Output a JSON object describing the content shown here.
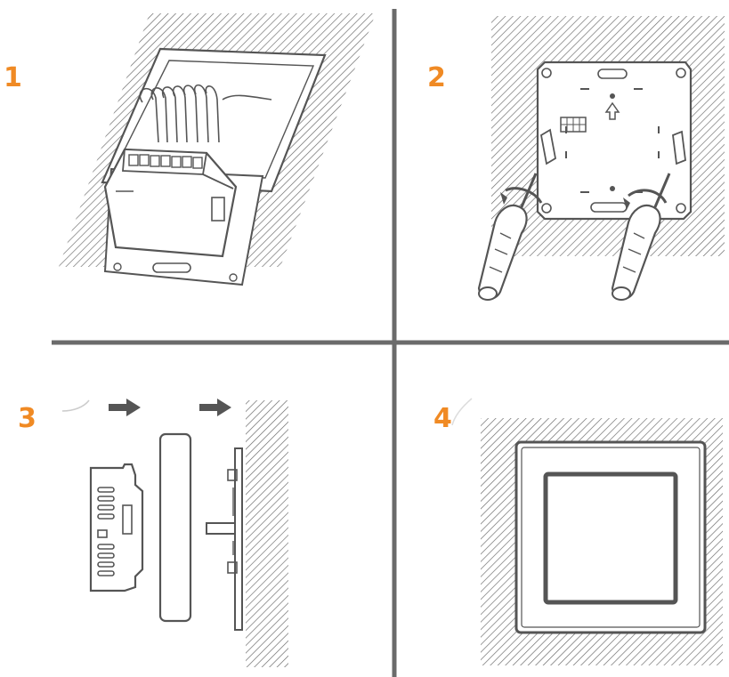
{
  "steps": [
    {
      "number": "1"
    },
    {
      "number": "2"
    },
    {
      "number": "3"
    },
    {
      "number": "4"
    }
  ],
  "colors": {
    "step_number": "#f08a24",
    "line_art": "#555555",
    "divider": "#6b6b6b"
  }
}
